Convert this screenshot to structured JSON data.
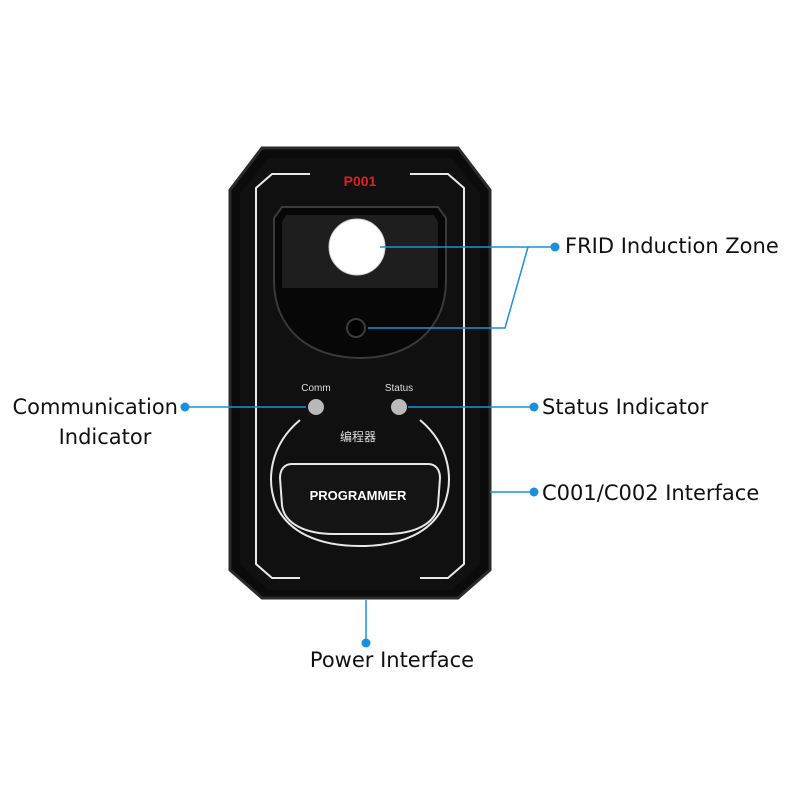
{
  "device": {
    "model_label": "P001",
    "chinese_label": "编程器",
    "brand_label": "PROGRAMMER",
    "comm_led_label": "Comm",
    "status_led_label": "Status"
  },
  "callouts": {
    "frid": "FRID Induction Zone",
    "status": "Status Indicator",
    "interface": "C001/C002 Interface",
    "comm_line1": "Communication",
    "comm_line2": "Indicator",
    "power": "Power Interface"
  },
  "colors": {
    "body": "#0b0b0b",
    "edge": "#2a2a2a",
    "outline": "#e8e8e8",
    "model_text": "#e02020",
    "led": "#b9b9b9",
    "leader": "#1a8fe0",
    "label_text": "#111111"
  }
}
